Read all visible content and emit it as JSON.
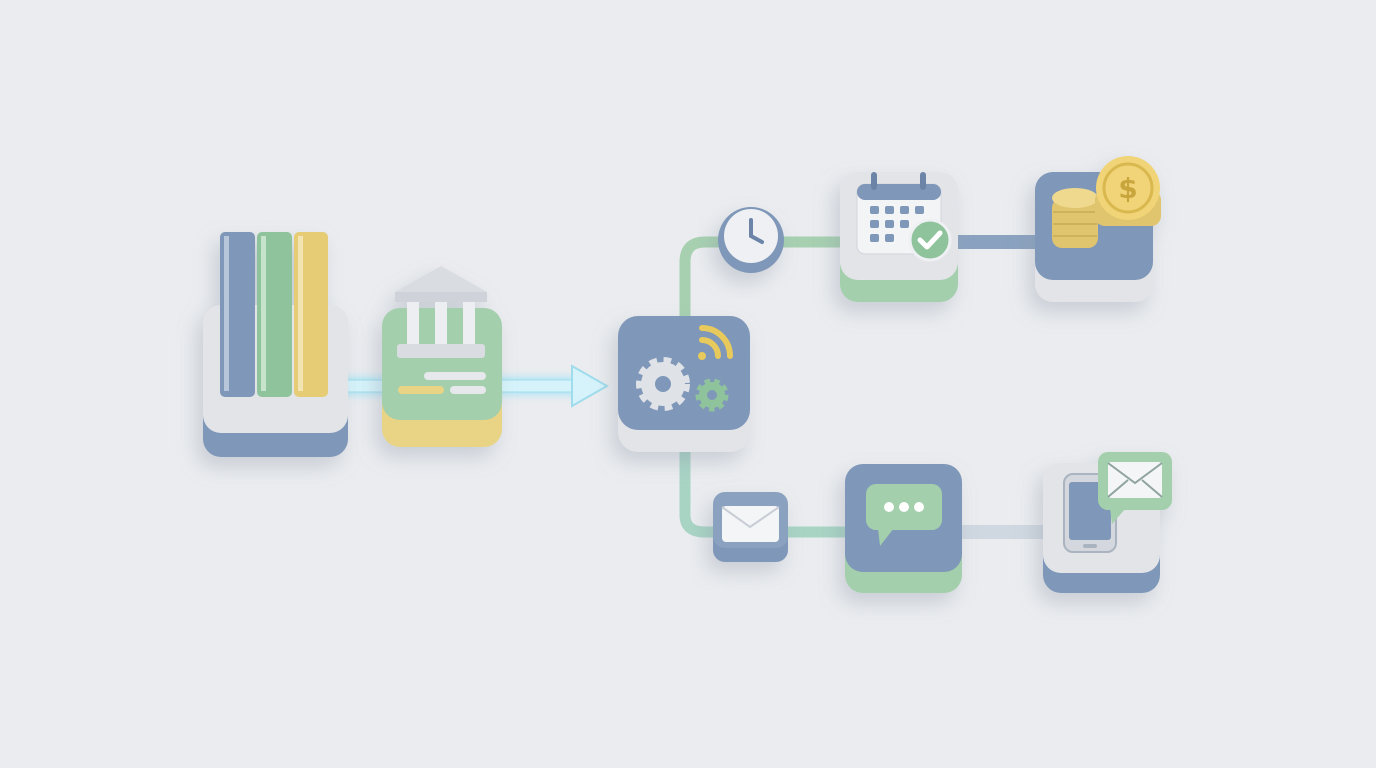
{
  "colors": {
    "background": "#eaecef",
    "blue": "#7f97b8",
    "green": "#9fcca9",
    "yellow": "#e9d486",
    "gray": "#e0e2e6",
    "glow": "#bfeaf5"
  },
  "coin": {
    "symbol": "$"
  },
  "nodes": [
    {
      "id": "books",
      "icon": "books-icon"
    },
    {
      "id": "bank",
      "icon": "bank-icon"
    },
    {
      "id": "processing",
      "icon": "gears-wifi-icon"
    },
    {
      "id": "clock",
      "icon": "clock-icon"
    },
    {
      "id": "calendar",
      "icon": "calendar-check-icon"
    },
    {
      "id": "coins",
      "icon": "coins-dollar-icon"
    },
    {
      "id": "email",
      "icon": "envelope-icon"
    },
    {
      "id": "chat",
      "icon": "chat-bubble-icon"
    },
    {
      "id": "mobile",
      "icon": "phone-mail-icon"
    }
  ]
}
